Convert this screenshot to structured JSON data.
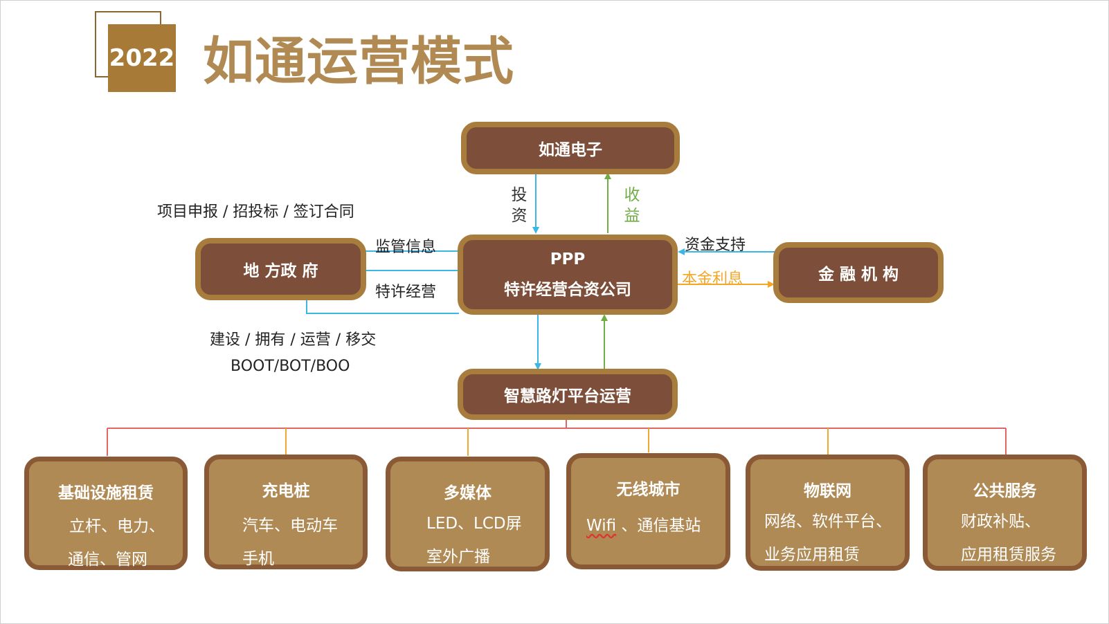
{
  "header": {
    "year": "2022",
    "title": "如通运营模式"
  },
  "nodes": {
    "rutong": "如通电子",
    "ppp_line1": "PPP",
    "ppp_line2": "特许经营合资公司",
    "government": "地 方政 府",
    "finance": "金 融 机 构",
    "platform": "智慧路灯平台运营"
  },
  "edge_labels": {
    "invest": [
      "投",
      "资"
    ],
    "revenue": [
      "收",
      "益"
    ],
    "project": "项目申报 /  招投标 / 签订合同",
    "supervision": "监管信息",
    "franchise": "特许经营",
    "build": "建设 / 拥有 / 运营 / 移交",
    "boot": "BOOT/BOT/BOO",
    "funding": "资金支持",
    "principal": "本金利息"
  },
  "services": [
    {
      "title": "基础设施租赁",
      "lines": [
        "立杆、电力、",
        "通信、管网"
      ]
    },
    {
      "title": "充电桩",
      "lines": [
        "汽车、电动车",
        "手机"
      ]
    },
    {
      "title": "多媒体",
      "lines": [
        "LED、LCD屏",
        "室外广播"
      ]
    },
    {
      "title": "无线城市",
      "lines": [
        "Wifi",
        " 、通信基站"
      ]
    },
    {
      "title": "物联网",
      "lines": [
        "网络、软件平台、",
        "业务应用租赁"
      ]
    },
    {
      "title": "公共服务",
      "lines": [
        "财政补贴、",
        "应用租赁服务"
      ]
    }
  ],
  "colors": {
    "node_fill": "#7d4e39",
    "node_border": "#a77c3d",
    "leaf_fill": "#b08a55",
    "leaf_border": "#8a5a36",
    "title": "#b08a52",
    "blue": "#3bb6e6",
    "green": "#70ad47",
    "orange": "#f5a623",
    "red": "#e06666",
    "gold_line": "#f0a830"
  }
}
